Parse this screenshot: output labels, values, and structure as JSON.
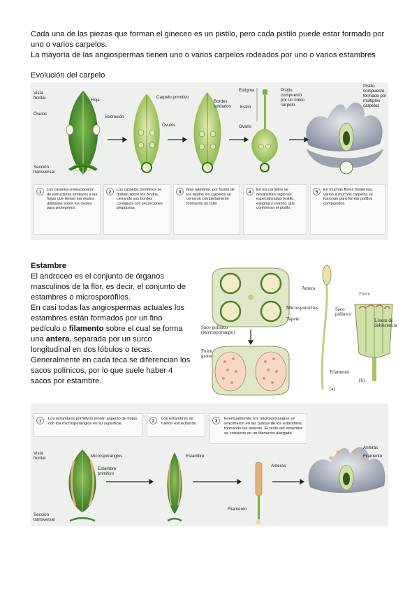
{
  "intro": {
    "line1": "Cada una de las piezas que forman el gineceo es un pistilo, pero cada pistilo puede estar formado por uno o varios carpelos.",
    "line2": "La mayoría de las angiospermas tienen uno o varios carpelos rodeados por uno o varios estambres"
  },
  "carpel_section_title": "Evolución del carpelo",
  "carpel_figure": {
    "labels": {
      "vista_frontal": "Vista frontal",
      "hoja": "Hoja",
      "ovulos1": "Óvulos",
      "carpelo_primitivo": "Carpelo primitivo",
      "secrecion": "Secreción",
      "ovulos2": "Óvulos",
      "bordes_soldados": "Bordes soldados",
      "estigma": "Estigma",
      "estilo": "Estilo",
      "ovario": "Ovario",
      "pistilo_unico": "Pistilo compuesto por un único carpelo",
      "pistilo_multiple": "Pistilo compuesto formado por múltiples carpelos",
      "seccion_transversal": "Sección transversal"
    },
    "steps": [
      {
        "num": "1",
        "text": "Los carpelos evolucionaron de estructuras similares a las hojas que tenían los óvulos dobladas sobre los óvulos para protegerlos"
      },
      {
        "num": "2",
        "text": "Los carpelos primitivos se doblan sobre los óvulos, cerrando sus bordes contiguos con secreciones pegajosas."
      },
      {
        "num": "3",
        "text": "Más adelante, por fusión de los tejidos los carpelos se cerraron completamente formando un tubo"
      },
      {
        "num": "4",
        "text": "En los carpelos se desarrollan regiones especializadas (estilo, estigma y ovario), que conforman el pistilo."
      },
      {
        "num": "5",
        "text": "En muchas flores modernas, varios a muchos carpelos se fusionan para formar pistilos compuestos."
      }
    ]
  },
  "stamen": {
    "title": "Estambre",
    "p1": "El androceo es el conjunto de órganos masculinos de la flor, es decir, el conjunto de estambres o microsporófilos.",
    "p2a": "En casi todas las angiospermas actuales los estambres están formados por un fino pedículo o ",
    "p2b": "filamento",
    "p2c": " sobre el cual se forma una ",
    "p2d": "antera",
    "p2e": ", separada por un surco longitudinal en dos lóbulos o tecas.",
    "p3": "Generalmente en cada teca se diferencian los sacos polínicos, por lo que suele haber 4 sacos por estambre."
  },
  "anther_figure": {
    "labels": {
      "microsporocitos": "Microsporocitos",
      "tapete": "Tapete",
      "saco_polinico": "Saco polínico (microsporangio)",
      "polen_grano": "Polen grano",
      "antera": "Antera",
      "polen": "Polen",
      "saco": "Saco polínico",
      "lineas": "Líneas de dehiscencia",
      "filamento": "Filamento",
      "a": "(a)",
      "b": "(b)"
    }
  },
  "stamen_figure": {
    "steps": [
      {
        "num": "1",
        "text": "Los estambres primitivos tenían aspecto de hojas, con los microsporangios en su superficie."
      },
      {
        "num": "2",
        "text": "Los estambres se fueron estrechando"
      },
      {
        "num": "3",
        "text": "Eventualmente, los microsporangios se aracimaron en las puntas de los estambres, formando las anteras. El resto del estambre se convierte en un filamento alargado"
      }
    ],
    "labels": {
      "vista_frontal": "Vista frontal",
      "microsporangios": "Microsporangios",
      "estambre_primitivo": "Estambre primitivo",
      "estambre": "Estambre",
      "anteras": "Anteras",
      "filamento": "Filamento",
      "anteras2": "Anteras",
      "filamento2": "Filamento",
      "seccion_transversal": "Sección transversal"
    }
  },
  "colors": {
    "leaf": "#3f8a2c",
    "leaf_light": "#a9cf6b",
    "petal": "#8f98a8",
    "panel_bg": "#eef0ee",
    "pollen": "#e3b07a"
  }
}
